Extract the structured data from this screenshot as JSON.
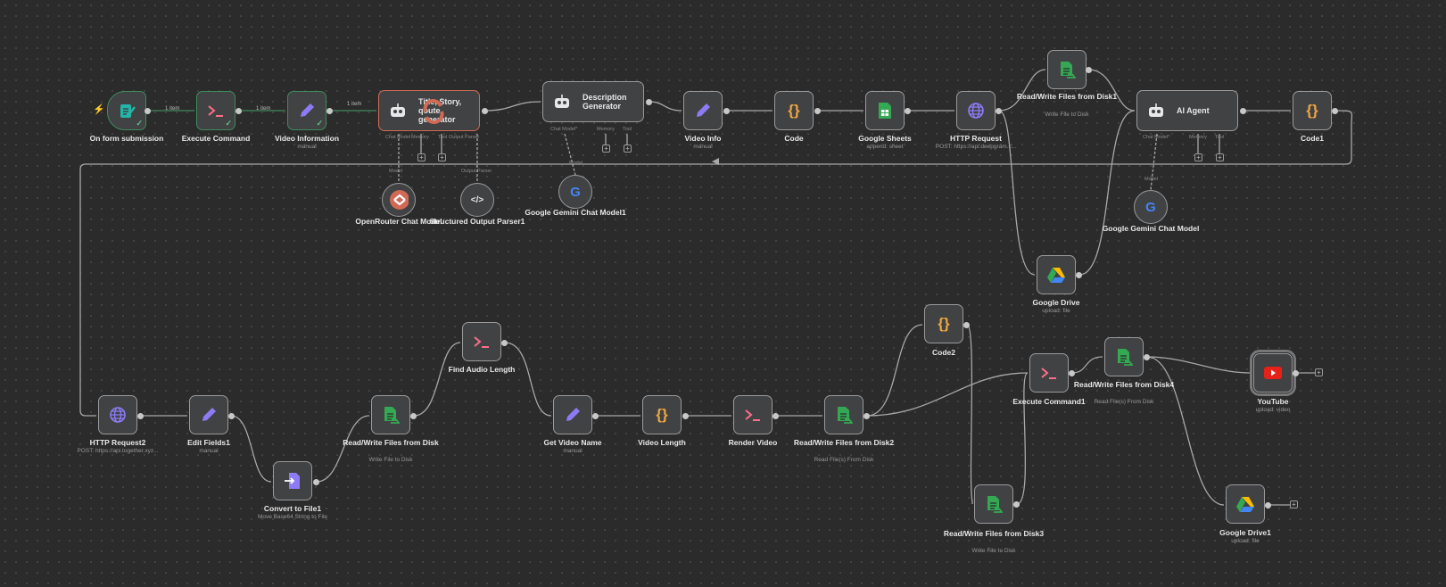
{
  "colors": {
    "green": "#3f8a5c",
    "warn": "#d06a55",
    "pink": "#ff6d8a",
    "purple": "#8b7cf6",
    "orange": "#f0a640",
    "sheets": "#34a853"
  },
  "nodes": {
    "form": {
      "label": "On form submission",
      "icon": "form-icon"
    },
    "exec": {
      "label": "Execute Command",
      "icon": "terminal-icon"
    },
    "vinfo": {
      "label": "Video Information",
      "sub": "manual",
      "icon": "pencil-icon"
    },
    "title": {
      "label": "Title, Story, qoute generator",
      "icon": "robot-icon",
      "p1": "Chat Model",
      "p2": "Memory",
      "p3": "Tool",
      "p4": "Output Parser"
    },
    "desc": {
      "label": "Description Generator",
      "icon": "robot-icon",
      "p1": "Chat Model*",
      "p2": "Memory",
      "p3": "Tool"
    },
    "vinfo2": {
      "label": "Video Info",
      "sub": "manual",
      "icon": "pencil-icon"
    },
    "code": {
      "label": "Code",
      "icon": "code-braces-icon"
    },
    "sheets": {
      "label": "Google Sheets",
      "sub": "append: sheet",
      "icon": "google-sheets-icon"
    },
    "http": {
      "label": "HTTP Request",
      "sub": "POST: https://api.deepgram.c...",
      "icon": "globe-icon"
    },
    "rw1": {
      "label": "Read/Write Files from Disk1",
      "sub": "Write File to Disk",
      "icon": "file-icon"
    },
    "agent": {
      "label": "AI Agent",
      "icon": "robot-icon",
      "p1": "Chat Model*",
      "p2": "Memory",
      "p3": "Tool"
    },
    "code1": {
      "label": "Code1",
      "icon": "code-braces-icon"
    },
    "openrouter": {
      "label": "OpenRouter Chat Model",
      "conn": "Model",
      "icon": "openrouter-icon"
    },
    "parser": {
      "label": "Structured Output Parser1",
      "conn": "Output Parser",
      "icon": "code-tag-icon"
    },
    "gemini1": {
      "label": "Google Gemini Chat Model1",
      "conn": "Model",
      "icon": "google-icon"
    },
    "gemini2": {
      "label": "Google Gemini Chat Model",
      "conn": "Model",
      "icon": "google-icon"
    },
    "gdrive": {
      "label": "Google Drive",
      "sub": "upload: file",
      "icon": "google-drive-icon"
    },
    "http2": {
      "label": "HTTP Request2",
      "sub": "POST: https://api.together.xyz...",
      "icon": "globe-icon"
    },
    "edit1": {
      "label": "Edit Fields1",
      "sub": "manual",
      "icon": "pencil-icon"
    },
    "conv": {
      "label": "Convert to File1",
      "sub": "Move Base64 String to File",
      "icon": "convert-file-icon"
    },
    "rw": {
      "label": "Read/Write Files from Disk",
      "sub": "Write File to Disk",
      "icon": "file-icon"
    },
    "audio": {
      "label": "Find Audio Length",
      "icon": "terminal-icon"
    },
    "vname": {
      "label": "Get Video Name",
      "sub": "manual",
      "icon": "pencil-icon"
    },
    "vlen": {
      "label": "Video Length",
      "icon": "code-braces-icon"
    },
    "render": {
      "label": "Render Video",
      "icon": "terminal-icon"
    },
    "rw2": {
      "label": "Read/Write Files from Disk2",
      "sub": "Read File(s) From Disk",
      "icon": "file-icon"
    },
    "code2": {
      "label": "Code2",
      "icon": "code-braces-icon"
    },
    "rw3": {
      "label": "Read/Write Files from Disk3",
      "sub": "Write File to Disk",
      "icon": "file-icon"
    },
    "exec1": {
      "label": "Execute Command1",
      "icon": "terminal-icon"
    },
    "rw4": {
      "label": "Read/Write Files from Disk4",
      "sub": "Read File(s) From Disk",
      "icon": "file-icon"
    },
    "yt": {
      "label": "YouTube",
      "sub": "upload: video",
      "icon": "youtube-icon"
    },
    "gdrive1": {
      "label": "Google Drive1",
      "sub": "upload: file",
      "icon": "google-drive-icon"
    }
  },
  "edges": {
    "e1": "1 item",
    "e2": "1 item",
    "e3": "1 item"
  }
}
